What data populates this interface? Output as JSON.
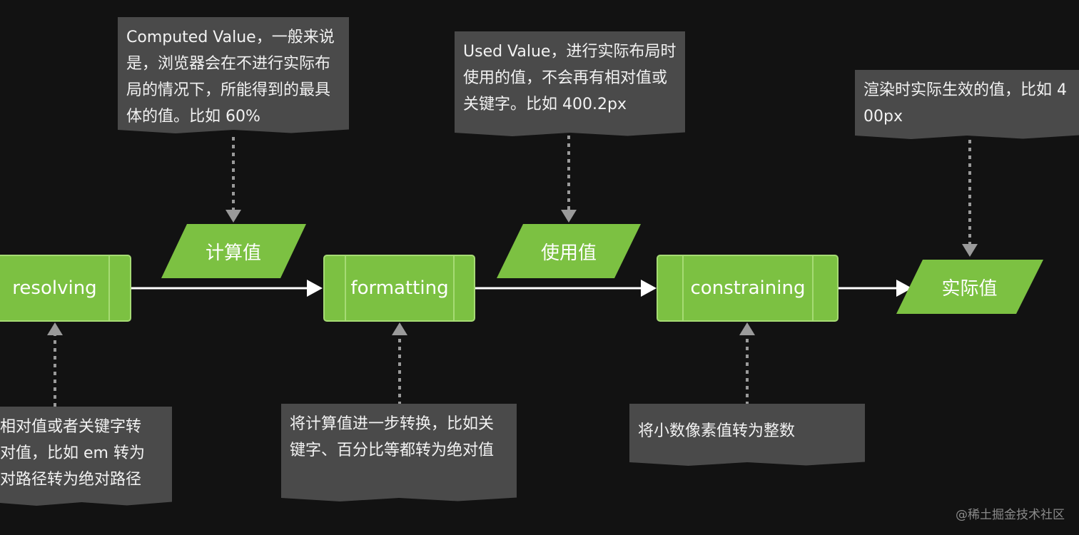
{
  "processes": [
    {
      "id": "resolving",
      "label": "resolving"
    },
    {
      "id": "formatting",
      "label": "formatting"
    },
    {
      "id": "constraining",
      "label": "constraining"
    }
  ],
  "values": [
    {
      "id": "computed",
      "label": "计算值"
    },
    {
      "id": "used",
      "label": "使用值"
    },
    {
      "id": "actual",
      "label": "实际值"
    }
  ],
  "notes": {
    "computed": "Computed Value，一般来说是，浏览器会在不进行实际布局的情况下，所能得到的最具体的值。比如 60%",
    "used": "Used Value，进行实际布局时使用的值，不会再有相对值或关键字。比如 400.2px",
    "actual": "渲染时实际生效的值，比如 400px",
    "resolving": "相对值或者关键字转\n对值，比如 em 转为\n对路径转为绝对路径",
    "formatting": "将计算值进一步转换，比如关键字、百分比等都转为绝对值",
    "constraining": "将小数像素值转为整数"
  },
  "colors": {
    "process_fill": "#7cc142",
    "process_stroke": "#a6db74",
    "value_fill": "#7cc142",
    "arrow": "#ffffff",
    "dotted": "#9a9a9a",
    "note_bg": "#4a4a4a"
  },
  "watermark": "@稀土掘金技术社区"
}
